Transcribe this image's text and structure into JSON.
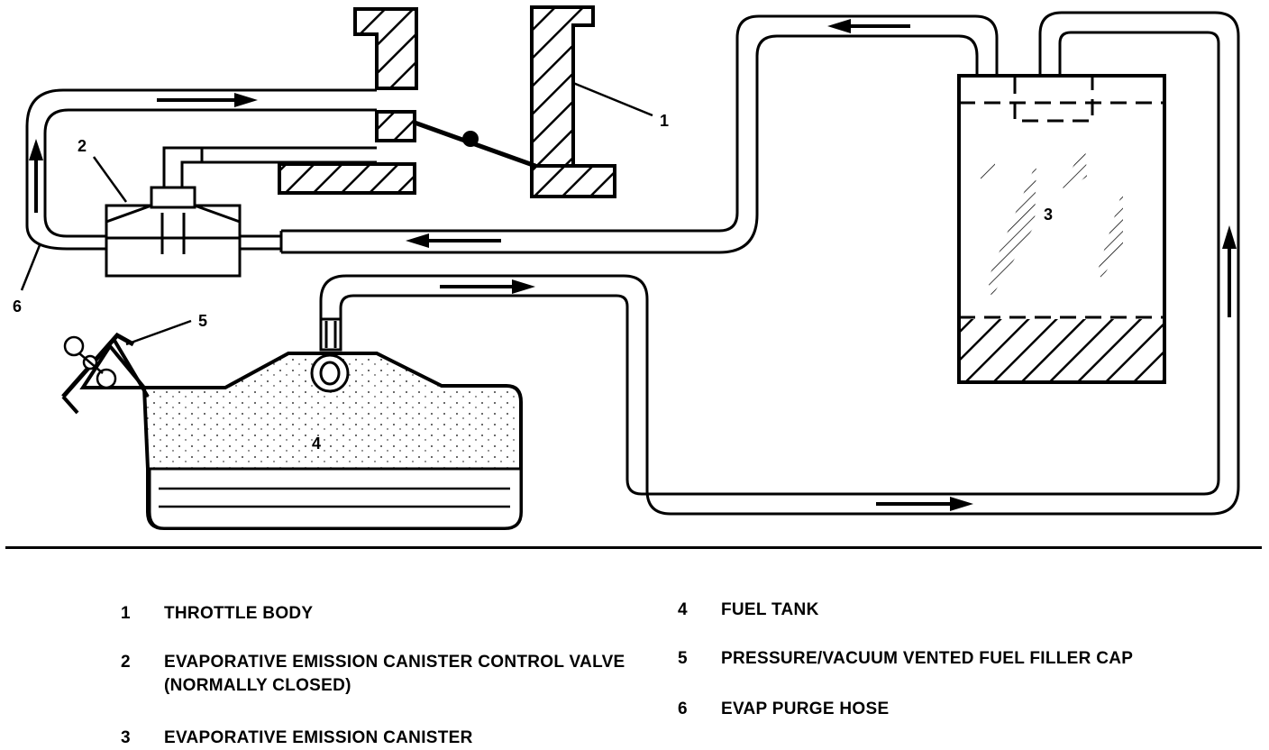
{
  "diagram": {
    "title": "",
    "callouts": {
      "c1": "1",
      "c2": "2",
      "c3": "3",
      "c4": "4",
      "c5": "5",
      "c6": "6"
    }
  },
  "legend": [
    {
      "num": "1",
      "text": "THROTTLE BODY"
    },
    {
      "num": "2",
      "text": "EVAPORATIVE EMISSION CANISTER CONTROL VALVE",
      "text2": "(NORMALLY CLOSED)"
    },
    {
      "num": "3",
      "text": "EVAPORATIVE EMISSION CANISTER"
    },
    {
      "num": "4",
      "text": "FUEL TANK"
    },
    {
      "num": "5",
      "text": "PRESSURE/VACUUM VENTED FUEL FILLER CAP"
    },
    {
      "num": "6",
      "text": "EVAP PURGE HOSE"
    }
  ]
}
